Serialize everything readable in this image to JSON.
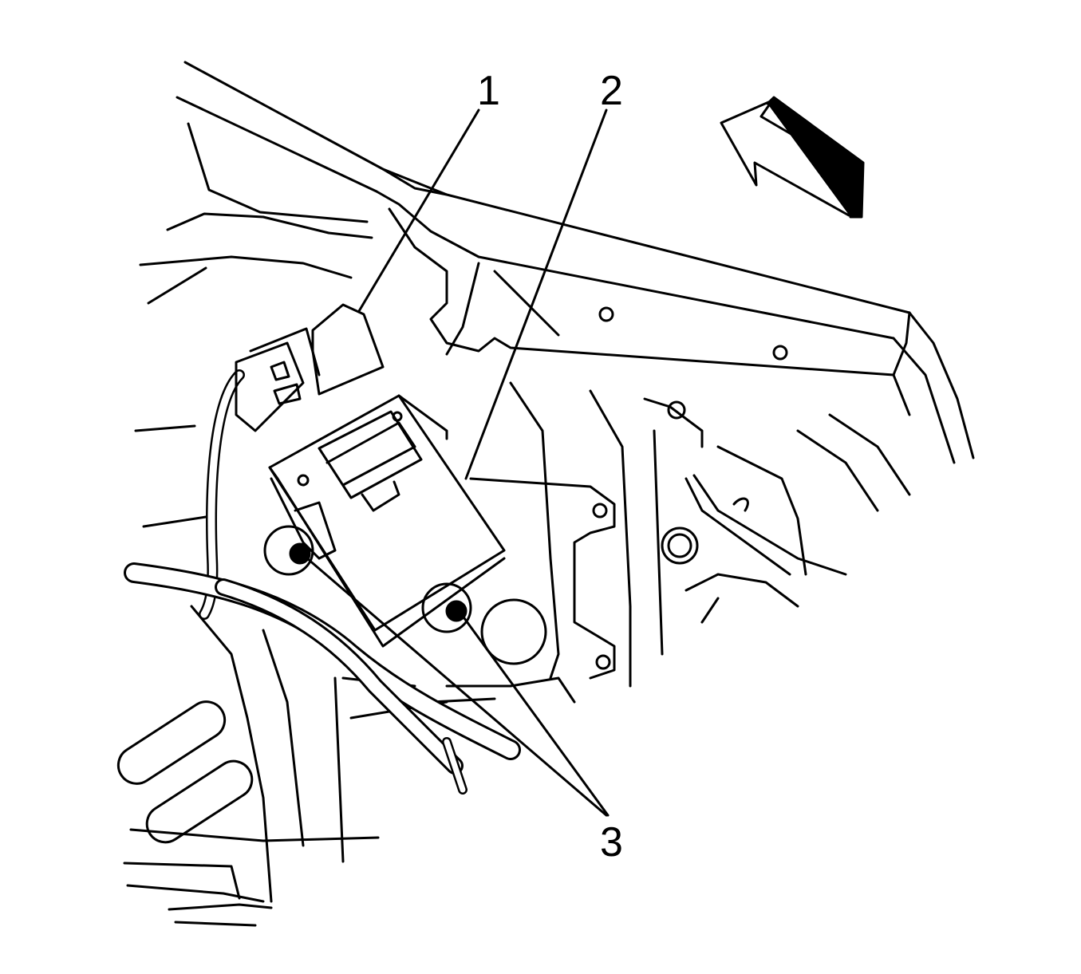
{
  "diagram": {
    "callouts": [
      {
        "id": "c1",
        "label": "1"
      },
      {
        "id": "c2",
        "label": "2"
      },
      {
        "id": "c3",
        "label": "3"
      }
    ],
    "colors": {
      "line": "#000000",
      "background": "#ffffff"
    },
    "icons": [
      "direction-arrow-icon"
    ]
  }
}
